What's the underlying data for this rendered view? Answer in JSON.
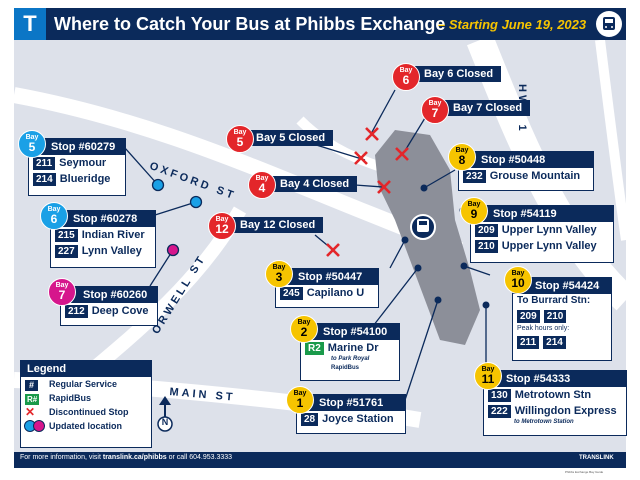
{
  "header": {
    "logo_letter": "T",
    "title": "Where to Catch Your Bus at Phibbs Exchange",
    "subtitle": "– Starting June 19, 2023",
    "bus_icon": "bus-icon"
  },
  "roads": {
    "hwy": "HWY 1",
    "oxford": "OXFORD ST",
    "orwell": "ORWELL ST",
    "main": "MAIN ST"
  },
  "compass": "N",
  "bay_word": "Bay",
  "closed_bays": [
    {
      "num": "6",
      "label": "Bay 6 Closed"
    },
    {
      "num": "7",
      "label": "Bay 7 Closed"
    },
    {
      "num": "5",
      "label": "Bay 5 Closed"
    },
    {
      "num": "4",
      "label": "Bay 4 Closed"
    },
    {
      "num": "12",
      "label": "Bay 12 Closed"
    }
  ],
  "updated_stops": [
    {
      "bay": "5",
      "stop": "Stop #60279",
      "routes": [
        {
          "num": "211",
          "name": "Seymour"
        },
        {
          "num": "214",
          "name": "Blueridge"
        }
      ]
    },
    {
      "bay": "6",
      "stop": "Stop #60278",
      "routes": [
        {
          "num": "215",
          "name": "Indian River"
        },
        {
          "num": "227",
          "name": "Lynn Valley"
        }
      ]
    },
    {
      "bay": "7",
      "stop": "Stop #60260",
      "routes": [
        {
          "num": "212",
          "name": "Deep Cove"
        }
      ]
    }
  ],
  "stops": {
    "b8": {
      "bay": "8",
      "stop": "Stop #50448",
      "routes": [
        {
          "num": "232",
          "name": "Grouse Mountain"
        }
      ]
    },
    "b9": {
      "bay": "9",
      "stop": "Stop #54119",
      "routes": [
        {
          "num": "209",
          "name": "Upper Lynn Valley"
        },
        {
          "num": "210",
          "name": "Upper Lynn Valley"
        }
      ]
    },
    "b10": {
      "bay": "10",
      "stop": "Stop #54424",
      "to": "To Burrard Stn:",
      "routes": [
        "209",
        "210"
      ],
      "peak": "Peak hours only:",
      "peak_routes": [
        "211",
        "214"
      ]
    },
    "b3": {
      "bay": "3",
      "stop": "Stop #50447",
      "routes": [
        {
          "num": "245",
          "name": "Capilano U"
        }
      ]
    },
    "b2": {
      "bay": "2",
      "stop": "Stop #54100",
      "route": "R2",
      "name": "Marine Dr",
      "via": "to Park Royal",
      "type": "RapidBus"
    },
    "b1": {
      "bay": "1",
      "stop": "Stop #51761",
      "routes": [
        {
          "num": "28",
          "name": "Joyce Station"
        }
      ]
    },
    "b11": {
      "bay": "11",
      "stop": "Stop #54333",
      "routes": [
        {
          "num": "130",
          "name": "Metrotown Stn"
        },
        {
          "num": "222",
          "name": "Willingdon Express"
        }
      ],
      "via": "to Metrotown Station"
    }
  },
  "legend": {
    "title": "Legend",
    "items": [
      {
        "symbol": "#",
        "label": "Regular Service"
      },
      {
        "symbol": "R#",
        "label": "RapidBus"
      },
      {
        "symbol": "✕",
        "label": "Discontinued Stop"
      },
      {
        "symbol": "",
        "label": "Updated location"
      }
    ]
  },
  "footer": {
    "text_pre": "For more information, visit",
    "link": "translink.ca/phibbs",
    "text_post": "or call 604.953.3333",
    "logo": "TRANSLINK",
    "fine": "Phibbs Exchange Bay Guide"
  },
  "colors": {
    "navy": "#0b2a5b",
    "closed_red": "#e3262a",
    "active_yellow": "#f6c400",
    "updated_blue": "#1aa0e6",
    "updated_magenta": "#d6168c",
    "rapidbus_green": "#1a9a4a",
    "exchange_gray": "#8c8f99",
    "map_bg": "#dde1ea",
    "road": "#ffffff"
  }
}
